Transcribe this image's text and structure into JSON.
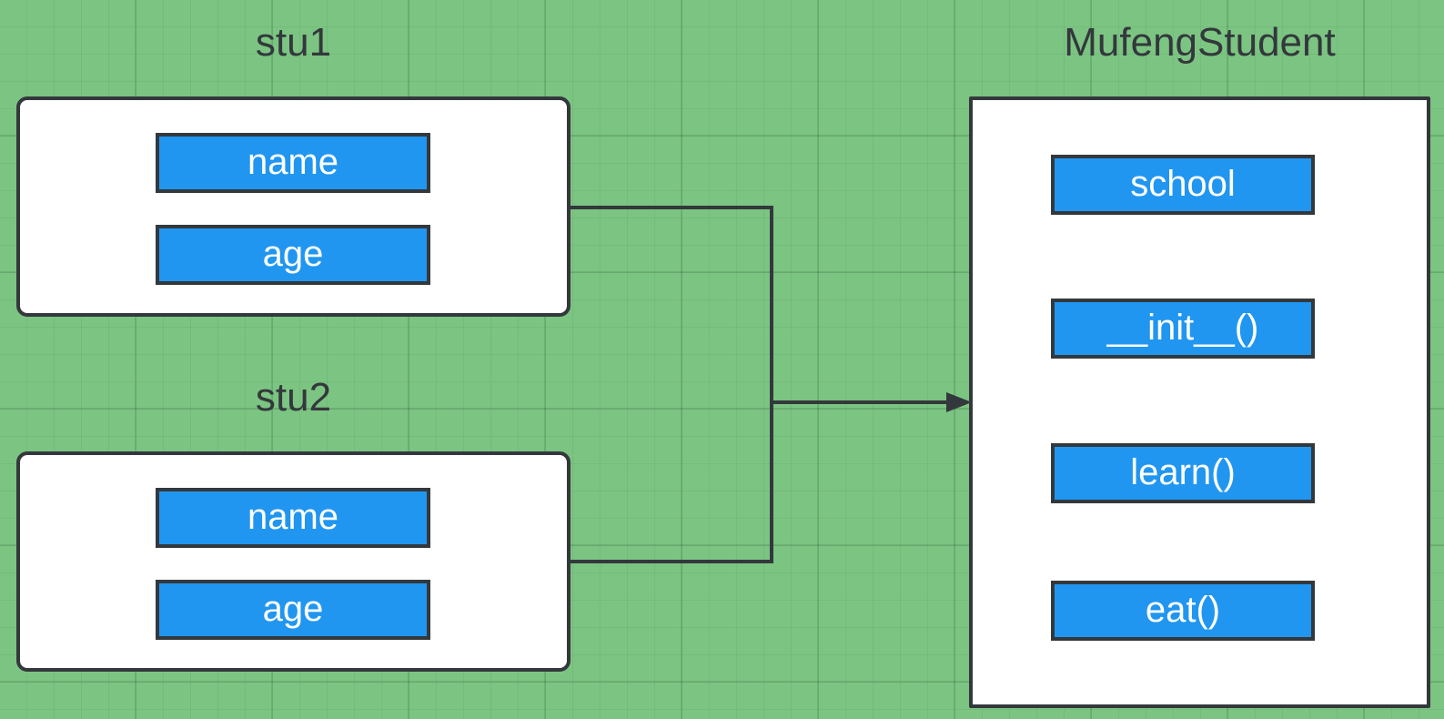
{
  "colors": {
    "green": "#7CC482",
    "blue": "#2196F0",
    "dark": "#33383C",
    "white": "#FFFFFF"
  },
  "instances": [
    {
      "title": "stu1",
      "fields": [
        {
          "label": "name"
        },
        {
          "label": "age"
        }
      ]
    },
    {
      "title": "stu2",
      "fields": [
        {
          "label": "name"
        },
        {
          "label": "age"
        }
      ]
    }
  ],
  "class_box": {
    "title": "MufengStudent",
    "members": [
      {
        "label": "school"
      },
      {
        "label": "__init__()"
      },
      {
        "label": "learn()"
      },
      {
        "label": "eat()"
      }
    ]
  }
}
